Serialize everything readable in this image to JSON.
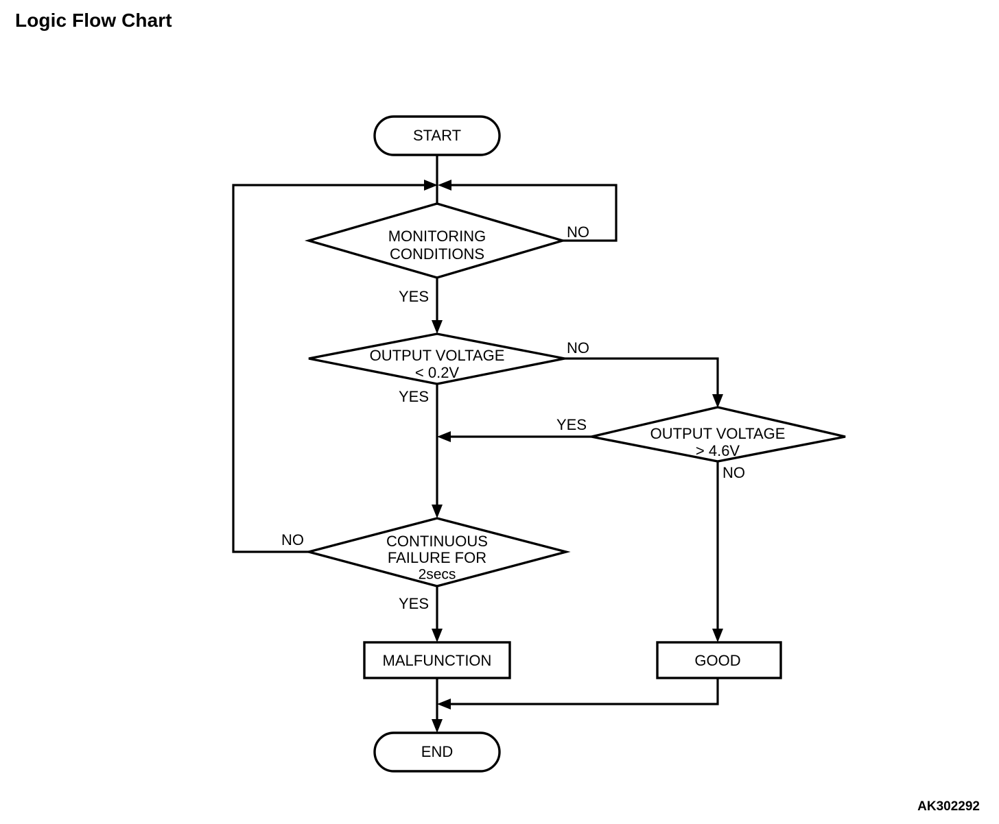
{
  "page": {
    "title": "Logic Flow Chart",
    "figure_code": "AK302292",
    "background_color": "#ffffff",
    "line_color": "#000000"
  },
  "chart_data": {
    "type": "diagram",
    "diagram_kind": "flowchart",
    "title": "Logic Flow Chart",
    "nodes": [
      {
        "id": "start",
        "shape": "terminator",
        "label": "START"
      },
      {
        "id": "d1",
        "shape": "decision",
        "label": "MONITORING CONDITIONS",
        "line1": "MONITORING",
        "line2": "CONDITIONS"
      },
      {
        "id": "d2",
        "shape": "decision",
        "label": "OUTPUT VOLTAGE < 0.2V",
        "line1": "OUTPUT VOLTAGE",
        "line2": "< 0.2V"
      },
      {
        "id": "d3",
        "shape": "decision",
        "label": "OUTPUT VOLTAGE > 4.6V",
        "line1": "OUTPUT VOLTAGE",
        "line2": "> 4.6V"
      },
      {
        "id": "d4",
        "shape": "decision",
        "label": "CONTINUOUS FAILURE FOR 2secs",
        "line1": "CONTINUOUS",
        "line2": "FAILURE FOR",
        "line3": "2secs"
      },
      {
        "id": "malfunction",
        "shape": "process",
        "label": "MALFUNCTION"
      },
      {
        "id": "good",
        "shape": "process",
        "label": "GOOD"
      },
      {
        "id": "end",
        "shape": "terminator",
        "label": "END"
      }
    ],
    "edges": [
      {
        "from": "start",
        "to": "d1",
        "label": ""
      },
      {
        "from": "d1",
        "to": "d1",
        "label": "NO",
        "note": "loops back above d1"
      },
      {
        "from": "d1",
        "to": "d2",
        "label": "YES"
      },
      {
        "from": "d2",
        "to": "d4",
        "label": "YES"
      },
      {
        "from": "d2",
        "to": "d3",
        "label": "NO"
      },
      {
        "from": "d3",
        "to": "d4",
        "label": "YES",
        "note": "joins main vertical line"
      },
      {
        "from": "d3",
        "to": "good",
        "label": "NO"
      },
      {
        "from": "d4",
        "to": "d1",
        "label": "NO",
        "note": "loops back above d1"
      },
      {
        "from": "d4",
        "to": "malfunction",
        "label": "YES"
      },
      {
        "from": "malfunction",
        "to": "end",
        "label": ""
      },
      {
        "from": "good",
        "to": "end",
        "label": ""
      }
    ],
    "branch_labels": {
      "d1_no": "NO",
      "d1_yes": "YES",
      "d2_no": "NO",
      "d2_yes": "YES",
      "d3_yes": "YES",
      "d3_no": "NO",
      "d4_no": "NO",
      "d4_yes": "YES"
    }
  }
}
